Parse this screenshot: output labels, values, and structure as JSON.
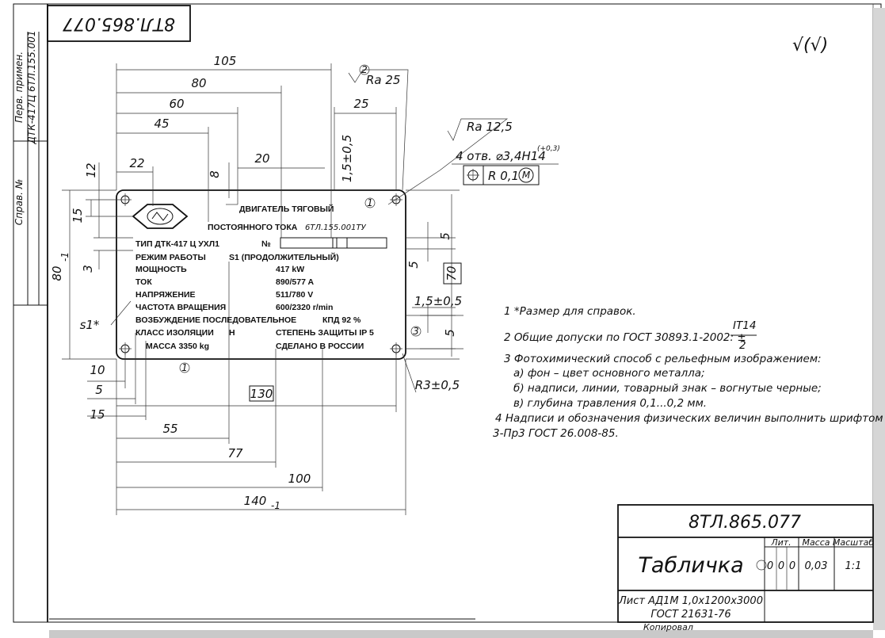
{
  "stamp_number": "8ТЛ.865.077",
  "sidebar": {
    "first_use_label": "Перв. примен.",
    "first_use_value": "ДТК-417Ц 6ТЛ.155.001",
    "reference_label": "Справ. №"
  },
  "roughness": {
    "general": "√(√)",
    "ra25": "Ra 25",
    "ra125": "Ra 12,5"
  },
  "holes_callout": "4 отв. ⌀3,4H14",
  "holes_tolerance": "(+0,3)",
  "position_tolerance": "R 0,1",
  "position_modifier": "M",
  "dimensions": {
    "d105": "105",
    "d80": "80",
    "d60": "60",
    "d45": "45",
    "d25": "25",
    "d22": "22",
    "d20": "20",
    "d12": "12",
    "d8": "8",
    "d15v": "15",
    "d3": "3",
    "d80v": "80",
    "d80v_tol": "-1",
    "s1": "s1*",
    "d15t": "1,5±0,5",
    "d15r": "1,5±0,5",
    "d5a": "5",
    "d5b": "5",
    "d5c": "5",
    "d70": "70",
    "d10": "10",
    "d5h": "5",
    "d15h": "15",
    "d55": "55",
    "d130": "130",
    "d77": "77",
    "d100": "100",
    "d140": "140",
    "d140_tol": "-1",
    "r3": "R3±0,5",
    "mark1a": "1",
    "mark1b": "1",
    "mark2": "2",
    "mark3": "3"
  },
  "plate": {
    "line1": "ДВИГАТЕЛЬ ТЯГОВЫЙ",
    "line2": "ПОСТОЯННОГО ТОКА",
    "line2_ref": "6ТЛ.155.001ТУ",
    "type_label": "ТИП ДТК-417 Ц  УХЛ1",
    "no_label": "№",
    "rows": [
      {
        "label": "РЕЖИМ РАБОТЫ",
        "value": "S1 (ПРОДОЛЖИТЕЛЬНЫЙ)"
      },
      {
        "label": "МОЩНОСТЬ",
        "value": "417 kW"
      },
      {
        "label": "ТОК",
        "value": "890/577 A"
      },
      {
        "label": "НАПРЯЖЕНИЕ",
        "value": "511/780 V"
      },
      {
        "label": "ЧАСТОТА ВРАЩЕНИЯ",
        "value": "600/2320 r/min"
      }
    ],
    "excitation": "ВОЗБУЖДЕНИЕ ПОСЛЕДОВАТЕЛЬНОЕ",
    "efficiency": "КПД 92 %",
    "insulation": "КЛАСС ИЗОЛЯЦИИ",
    "insulation_value": "Н",
    "protection": "СТЕПЕНЬ ЗАЩИТЫ  IP 5",
    "mass": "МАССА  3350  kg",
    "made_in": "СДЕЛАНО   В  РОССИИ"
  },
  "notes": [
    "1  *Размер для справок.",
    "2  Общие допуски по ГОСТ 30893.1-2002: ±",
    "3  Фотохимический способ с рельефным изображением:",
    "а) фон – цвет основного металла;",
    "б) надписи, линии, товарный знак – вогнутые черные;",
    "в) глубина травления 0,1...0,2 мм.",
    "4  Надписи и обозначения физических величин выполнить шрифтом",
    "3-Пр3 ГОСТ 26.008-85."
  ],
  "note2_fraction": {
    "num": "IT14",
    "den": "2"
  },
  "title_block": {
    "designation": "8ТЛ.865.077",
    "name": "Табличка",
    "col_lit": "Лит.",
    "col_mass": "Масса",
    "col_scale": "Масштаб",
    "lit_values": [
      "0",
      "0",
      "0"
    ],
    "mass": "0,03",
    "scale": "1:1",
    "material_line1": "Лист АД1М 1,0х1200х3000",
    "material_line2": "ГОСТ 21631-76",
    "copied": "Копировал"
  }
}
